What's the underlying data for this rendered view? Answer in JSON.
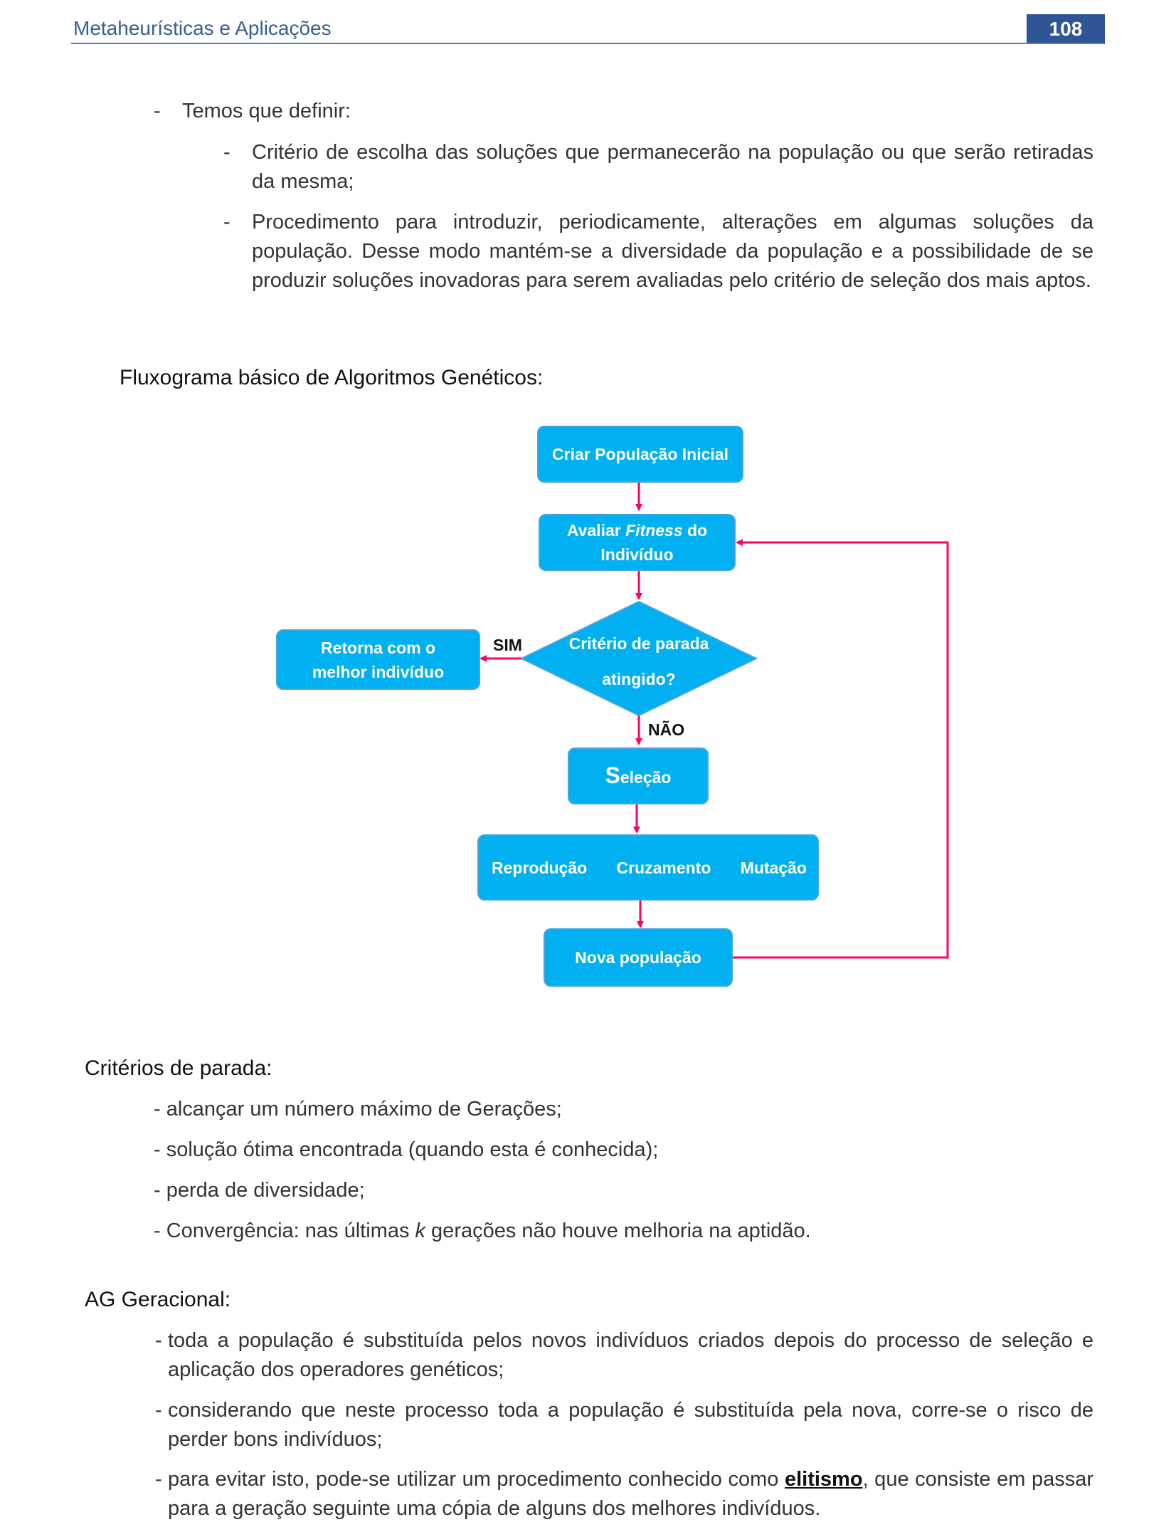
{
  "header": {
    "title": "Metaheurísticas e Aplicações",
    "page_number": "108"
  },
  "intro": {
    "lead_dash": "-",
    "lead": "Temos que definir:",
    "items": [
      {
        "dash": "-",
        "text": "Critério de escolha das soluções que permanecerão na população ou que serão retiradas da mesma;"
      },
      {
        "dash": "-",
        "text": "Procedimento para introduzir, periodicamente, alterações em algumas soluções da população. Desse modo mantém-se a diversidade da população e a possibilidade de se produzir soluções inovadoras para serem avaliadas pelo critério de seleção dos mais aptos."
      }
    ]
  },
  "flow_heading": "Fluxograma básico de Algoritmos Genéticos:",
  "flowchart": {
    "create": "Criar População  Inicial",
    "evaluate_prefix": "Avaliar ",
    "evaluate_italic": "Fitness",
    "evaluate_suffix": " do",
    "evaluate_line2": "Indivíduo",
    "decision_line1": "Critério de parada",
    "decision_line2": "atingido?",
    "yes_label": "SIM",
    "no_label": "NÃO",
    "return_line1": "Retorna com o",
    "return_line2": "melhor indivíduo",
    "selection_big": "S",
    "selection_rest": "eleção",
    "ops": [
      "Reprodução",
      "Cruzamento",
      "Mutação"
    ],
    "new_population": "Nova população",
    "arrow_color": "#ff0066",
    "box_color": "#00b0f0"
  },
  "stop_criteria": {
    "heading": "Critérios de parada:",
    "items": [
      "- alcançar um número máximo de Gerações;",
      "- solução ótima encontrada (quando esta é conhecida);",
      "- perda de diversidade;"
    ],
    "last_prefix": "- Convergência: nas últimas ",
    "last_italic": "k",
    "last_suffix": " gerações não houve melhoria na aptidão."
  },
  "ag_geracional": {
    "heading": "AG Geracional:",
    "items": [
      {
        "dash": "-",
        "text": "toda a população é substituída pelos novos indivíduos criados depois do processo de seleção e aplicação dos operadores genéticos;"
      },
      {
        "dash": "-",
        "text": "considerando que neste processo toda a população é substituída pela nova, corre-se o risco de perder bons indivíduos;"
      }
    ],
    "last_dash": "-",
    "last_prefix": "para evitar isto, pode-se utilizar um procedimento conhecido como ",
    "last_bold": "elitismo",
    "last_suffix": ", que consiste em passar para a geração seguinte uma cópia de alguns dos melhores indivíduos."
  }
}
